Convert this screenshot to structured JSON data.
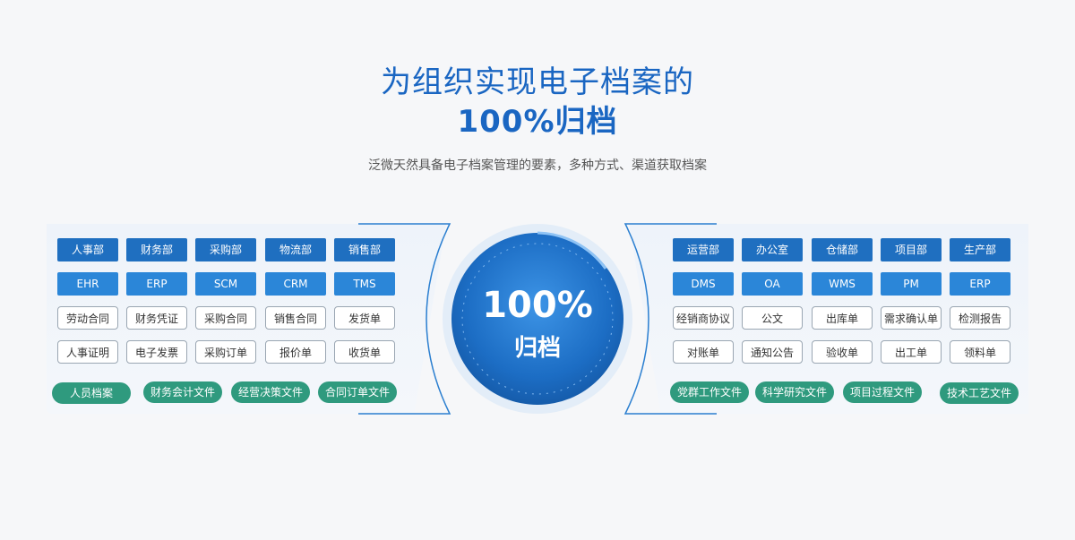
{
  "header": {
    "title_line1": "为组织实现电子档案的",
    "title_line2": "100%归档",
    "subtitle": "泛微天然具备电子档案管理的要素，多种方式、渠道获取档案"
  },
  "center": {
    "percent": "100%",
    "label": "归档"
  },
  "left": {
    "departments": [
      "人事部",
      "财务部",
      "采购部",
      "物流部",
      "销售部"
    ],
    "systems": [
      "EHR",
      "ERP",
      "SCM",
      "CRM",
      "TMS"
    ],
    "docs_row1": [
      "劳动合同",
      "财务凭证",
      "采购合同",
      "销售合同",
      "发货单"
    ],
    "docs_row2": [
      "人事证明",
      "电子发票",
      "采购订单",
      "报价单",
      "收货单"
    ],
    "files": [
      "人员档案",
      "财务会计文件",
      "经营决策文件",
      "合同订单文件"
    ]
  },
  "right": {
    "departments": [
      "运营部",
      "办公室",
      "仓储部",
      "项目部",
      "生产部"
    ],
    "systems": [
      "DMS",
      "OA",
      "WMS",
      "PM",
      "ERP"
    ],
    "docs_row1": [
      "经销商协议",
      "公文",
      "出库单",
      "需求确认单",
      "检测报告"
    ],
    "docs_row2": [
      "对账单",
      "通知公告",
      "验收单",
      "出工单",
      "领料单"
    ],
    "files": [
      "党群工作文件",
      "科学研究文件",
      "项目过程文件",
      "技术工艺文件"
    ]
  },
  "colors": {
    "title": "#1a66c2",
    "department": "#1f6fc0",
    "system": "#2b86d8",
    "file": "#2f9a7e"
  }
}
